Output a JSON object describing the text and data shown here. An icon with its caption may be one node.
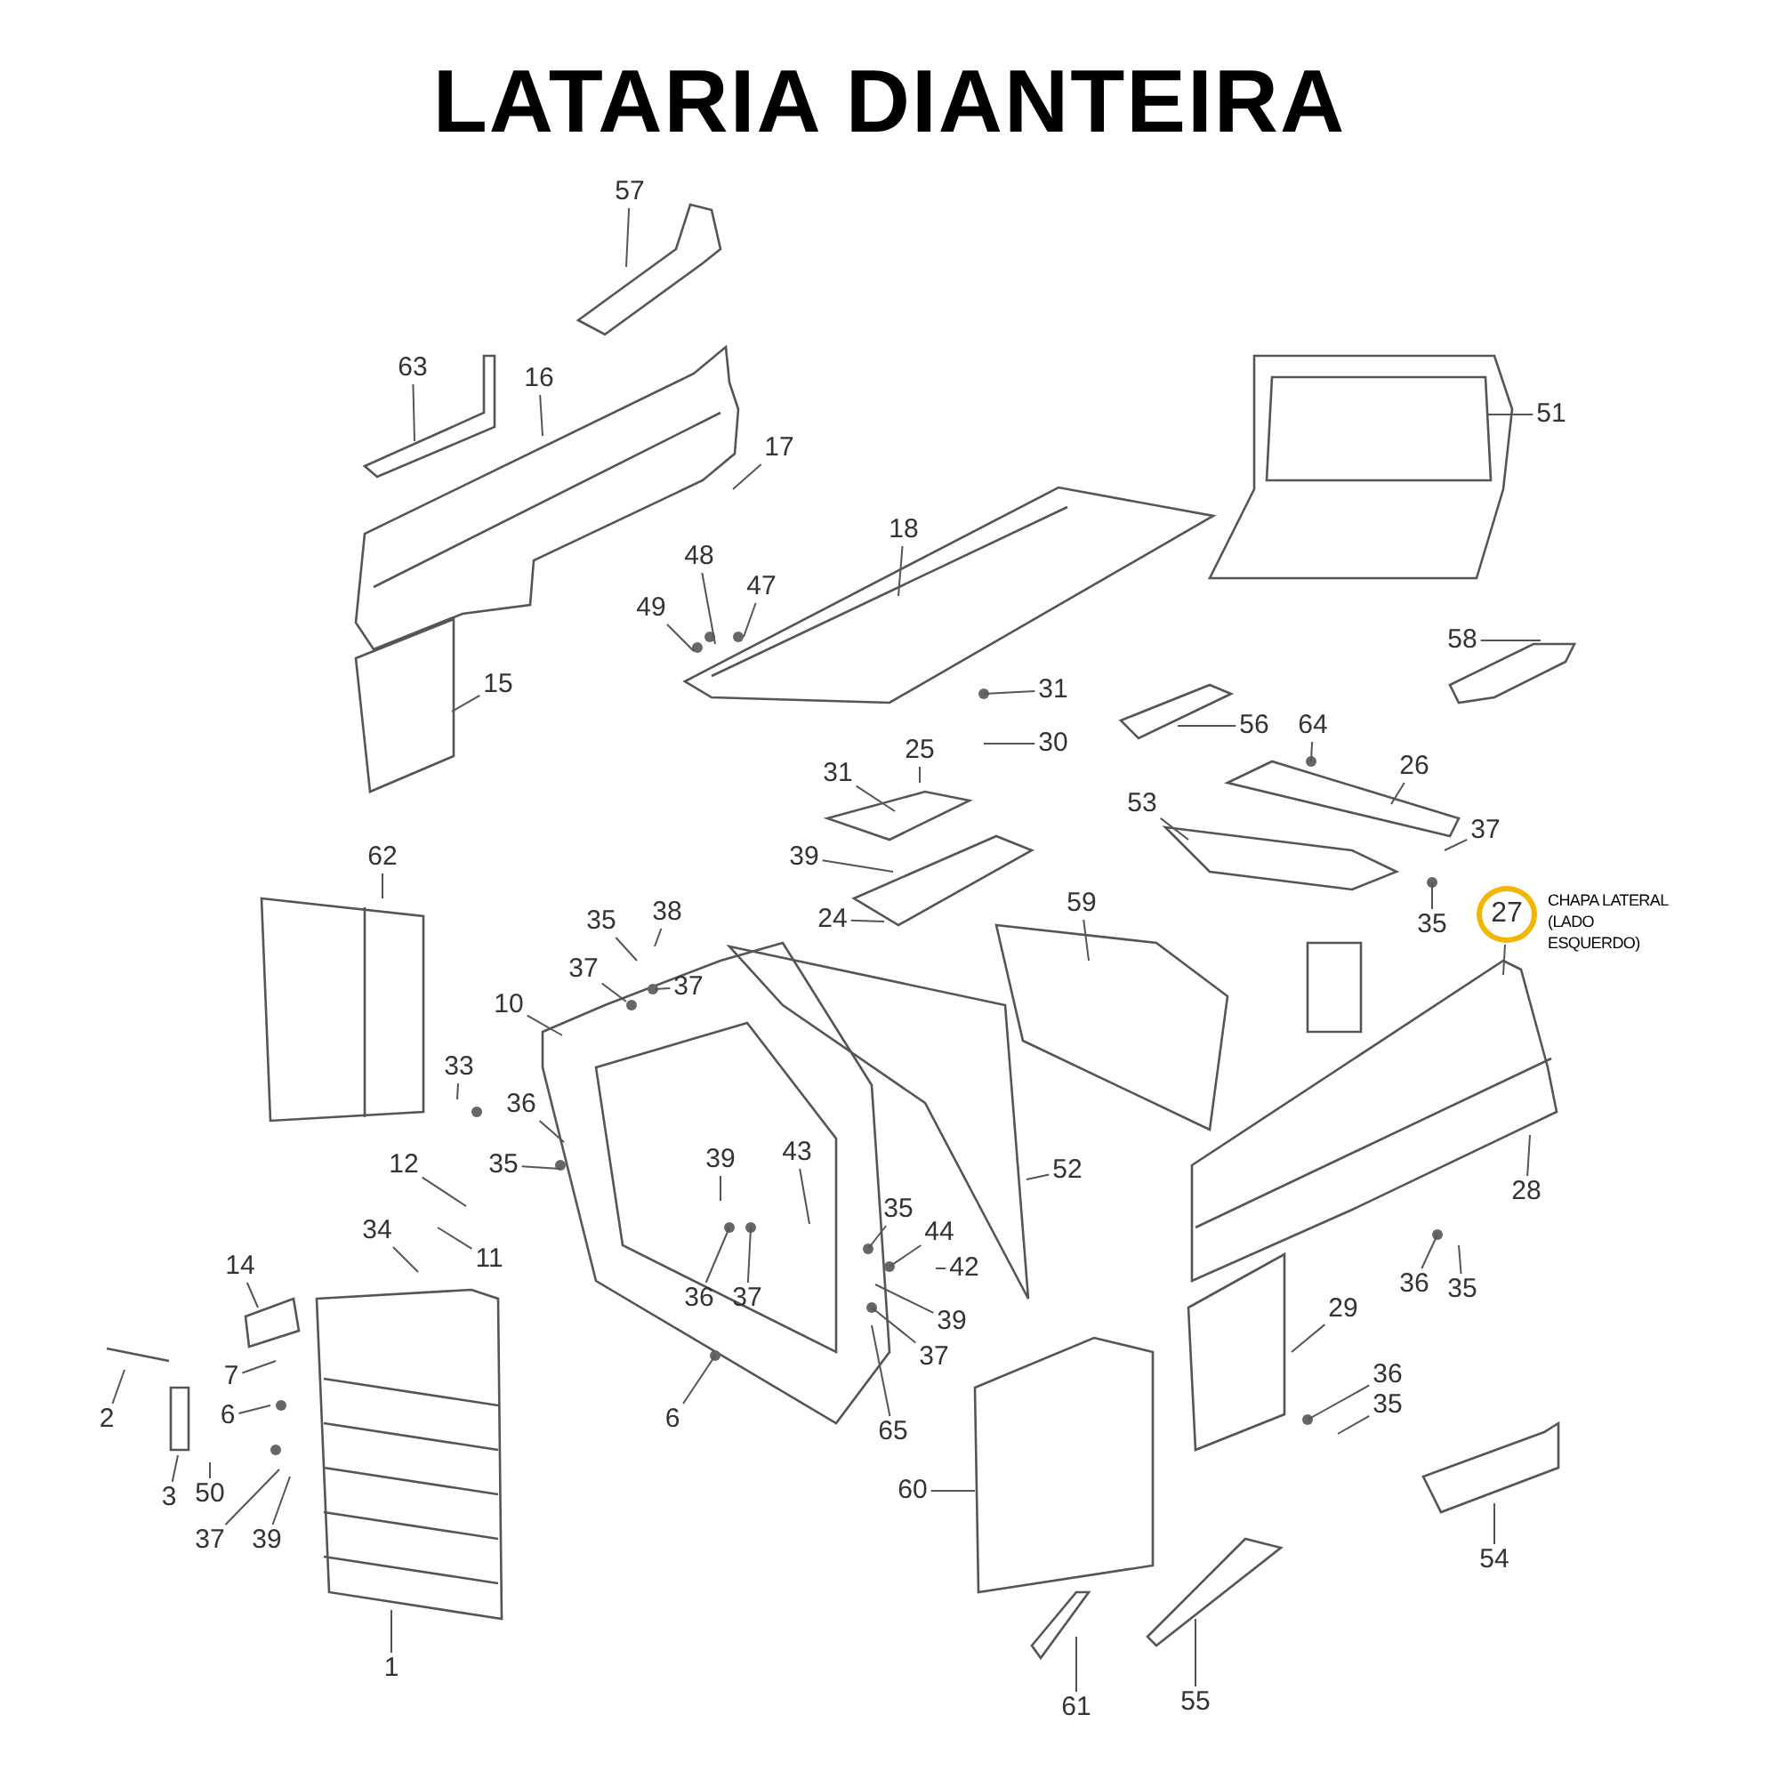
{
  "diagram": {
    "title": "LATARIA DIANTEIRA",
    "nodes": [
      {
        "text": [
          "57"
        ]
      },
      {
        "text": [
          "63"
        ]
      },
      {
        "text": [
          "16"
        ]
      },
      {
        "text": [
          "51"
        ]
      },
      {
        "text": [
          "17"
        ]
      },
      {
        "text": [
          "18"
        ]
      },
      {
        "text": [
          "48"
        ]
      },
      {
        "text": [
          "47"
        ]
      },
      {
        "text": [
          "49"
        ]
      },
      {
        "text": [
          "15"
        ]
      },
      {
        "text": [
          "31"
        ]
      },
      {
        "text": [
          "58"
        ]
      },
      {
        "text": [
          "56"
        ]
      },
      {
        "text": [
          "64"
        ]
      },
      {
        "text": [
          "30"
        ]
      },
      {
        "text": [
          "25"
        ]
      },
      {
        "text": [
          "26"
        ]
      },
      {
        "text": [
          "31"
        ]
      },
      {
        "text": [
          "53"
        ]
      },
      {
        "text": [
          "37"
        ]
      },
      {
        "text": [
          "39"
        ]
      },
      {
        "text": [
          "62"
        ]
      },
      {
        "text": [
          "59"
        ]
      },
      {
        "text": [
          "24"
        ]
      },
      {
        "text": [
          "38"
        ]
      },
      {
        "text": [
          "27"
        ],
        "beside": [
          "CHAPA LATERAL (LADO ESQUERDO)"
        ]
      },
      {
        "text": [
          "35"
        ]
      },
      {
        "text": [
          "35"
        ]
      },
      {
        "text": [
          "37"
        ]
      },
      {
        "text": [
          "37"
        ]
      },
      {
        "text": [
          "10"
        ]
      },
      {
        "text": [
          "33"
        ]
      },
      {
        "text": [
          "36"
        ]
      },
      {
        "text": [
          "39"
        ]
      },
      {
        "text": [
          "43"
        ]
      },
      {
        "text": [
          "12"
        ]
      },
      {
        "text": [
          "35"
        ]
      },
      {
        "text": [
          "52"
        ]
      },
      {
        "text": [
          "28"
        ]
      },
      {
        "text": [
          "35"
        ]
      },
      {
        "text": [
          "34"
        ]
      },
      {
        "text": [
          "44"
        ]
      },
      {
        "text": [
          "11"
        ]
      },
      {
        "text": [
          "14"
        ]
      },
      {
        "text": [
          "42"
        ]
      },
      {
        "text": [
          "36"
        ]
      },
      {
        "text": [
          "35"
        ]
      },
      {
        "text": [
          "36"
        ]
      },
      {
        "text": [
          "37"
        ]
      },
      {
        "text": [
          "29"
        ]
      },
      {
        "text": [
          "39"
        ]
      },
      {
        "text": [
          "37"
        ]
      },
      {
        "text": [
          "36"
        ]
      },
      {
        "text": [
          "7"
        ]
      },
      {
        "text": [
          "35"
        ]
      },
      {
        "text": [
          "2"
        ]
      },
      {
        "text": [
          "6"
        ]
      },
      {
        "text": [
          "6"
        ]
      },
      {
        "text": [
          "65"
        ]
      },
      {
        "text": [
          "50"
        ]
      },
      {
        "text": [
          "3"
        ]
      },
      {
        "text": [
          "60"
        ]
      },
      {
        "text": [
          "37"
        ]
      },
      {
        "text": [
          "39"
        ]
      },
      {
        "text": [
          "54"
        ]
      },
      {
        "text": [
          "55"
        ]
      },
      {
        "text": [
          "61"
        ]
      },
      {
        "text": [
          "1"
        ]
      }
    ],
    "edges": [
      {
        "from": 0,
        "to": null,
        "arrow": "none"
      },
      {
        "from": 1,
        "to": null,
        "arrow": "none"
      },
      {
        "from": 2,
        "to": null,
        "arrow": "none"
      },
      {
        "from": 3,
        "to": null,
        "arrow": "none"
      },
      {
        "from": 4,
        "to": null,
        "arrow": "none"
      },
      {
        "from": 5,
        "to": null,
        "arrow": "none"
      },
      {
        "from": 6,
        "to": null,
        "arrow": "none"
      },
      {
        "from": 7,
        "to": null,
        "arrow": "none"
      },
      {
        "from": 8,
        "to": null,
        "arrow": "none"
      },
      {
        "from": 9,
        "to": null,
        "arrow": "none"
      },
      {
        "from": 10,
        "to": null,
        "arrow": "none"
      },
      {
        "from": 11,
        "to": null,
        "arrow": "none"
      },
      {
        "from": 12,
        "to": null,
        "arrow": "none"
      },
      {
        "from": 13,
        "to": null,
        "arrow": "none"
      },
      {
        "from": 14,
        "to": null,
        "arrow": "none"
      },
      {
        "from": 15,
        "to": null,
        "arrow": "none"
      },
      {
        "from": 16,
        "to": null,
        "arrow": "none"
      },
      {
        "from": 17,
        "to": null,
        "arrow": "none"
      },
      {
        "from": 18,
        "to": null,
        "arrow": "none"
      },
      {
        "from": 19,
        "to": null,
        "arrow": "none"
      },
      {
        "from": 20,
        "to": null,
        "arrow": "none"
      },
      {
        "from": 21,
        "to": null,
        "arrow": "none"
      },
      {
        "from": 22,
        "to": null,
        "arrow": "none"
      },
      {
        "from": 23,
        "to": null,
        "arrow": "none"
      },
      {
        "from": 24,
        "to": null,
        "arrow": "none"
      },
      {
        "from": 25,
        "to": null,
        "arrow": "none"
      },
      {
        "from": 26,
        "to": null,
        "arrow": "none"
      },
      {
        "from": 27,
        "to": null,
        "arrow": "none"
      },
      {
        "from": 28,
        "to": null,
        "arrow": "none"
      },
      {
        "from": 29,
        "to": null,
        "arrow": "none"
      },
      {
        "from": 30,
        "to": null,
        "arrow": "none"
      },
      {
        "from": 31,
        "to": null,
        "arrow": "none"
      },
      {
        "from": 32,
        "to": null,
        "arrow": "none"
      },
      {
        "from": 33,
        "to": null,
        "arrow": "none"
      },
      {
        "from": 34,
        "to": null,
        "arrow": "none"
      },
      {
        "from": 35,
        "to": null,
        "arrow": "none"
      },
      {
        "from": 36,
        "to": null,
        "arrow": "none"
      },
      {
        "from": 37,
        "to": null,
        "arrow": "none"
      },
      {
        "from": 38,
        "to": null,
        "arrow": "none"
      },
      {
        "from": 39,
        "to": null,
        "arrow": "none"
      },
      {
        "from": 40,
        "to": null,
        "arrow": "none"
      },
      {
        "from": 41,
        "to": null,
        "arrow": "none"
      },
      {
        "from": 42,
        "to": null,
        "arrow": "none"
      },
      {
        "from": 43,
        "to": null,
        "arrow": "none"
      },
      {
        "from": 44,
        "to": null,
        "arrow": "none"
      },
      {
        "from": 45,
        "to": null,
        "arrow": "none"
      },
      {
        "from": 46,
        "to": null,
        "arrow": "none"
      },
      {
        "from": 47,
        "to": null,
        "arrow": "none"
      },
      {
        "from": 48,
        "to": null,
        "arrow": "none"
      },
      {
        "from": 49,
        "to": null,
        "arrow": "none"
      },
      {
        "from": 50,
        "to": null,
        "arrow": "none"
      },
      {
        "from": 51,
        "to": null,
        "arrow": "none"
      },
      {
        "from": 52,
        "to": null,
        "arrow": "none"
      },
      {
        "from": 53,
        "to": null,
        "arrow": "none"
      },
      {
        "from": 54,
        "to": null,
        "arrow": "none"
      },
      {
        "from": 55,
        "to": null,
        "arrow": "none"
      },
      {
        "from": 56,
        "to": null,
        "arrow": "none"
      },
      {
        "from": 57,
        "to": null,
        "arrow": "none"
      },
      {
        "from": 58,
        "to": null,
        "arrow": "none"
      },
      {
        "from": 59,
        "to": null,
        "arrow": "none"
      },
      {
        "from": 60,
        "to": null,
        "arrow": "none"
      },
      {
        "from": 61,
        "to": null,
        "arrow": "none"
      },
      {
        "from": 62,
        "to": null,
        "arrow": "none"
      },
      {
        "from": 63,
        "to": null,
        "arrow": "none"
      },
      {
        "from": 64,
        "to": null,
        "arrow": "none"
      },
      {
        "from": 65,
        "to": null,
        "arrow": "none"
      },
      {
        "from": 66,
        "to": null,
        "arrow": "none"
      },
      {
        "from": 67,
        "to": null,
        "arrow": "none"
      }
    ]
  }
}
